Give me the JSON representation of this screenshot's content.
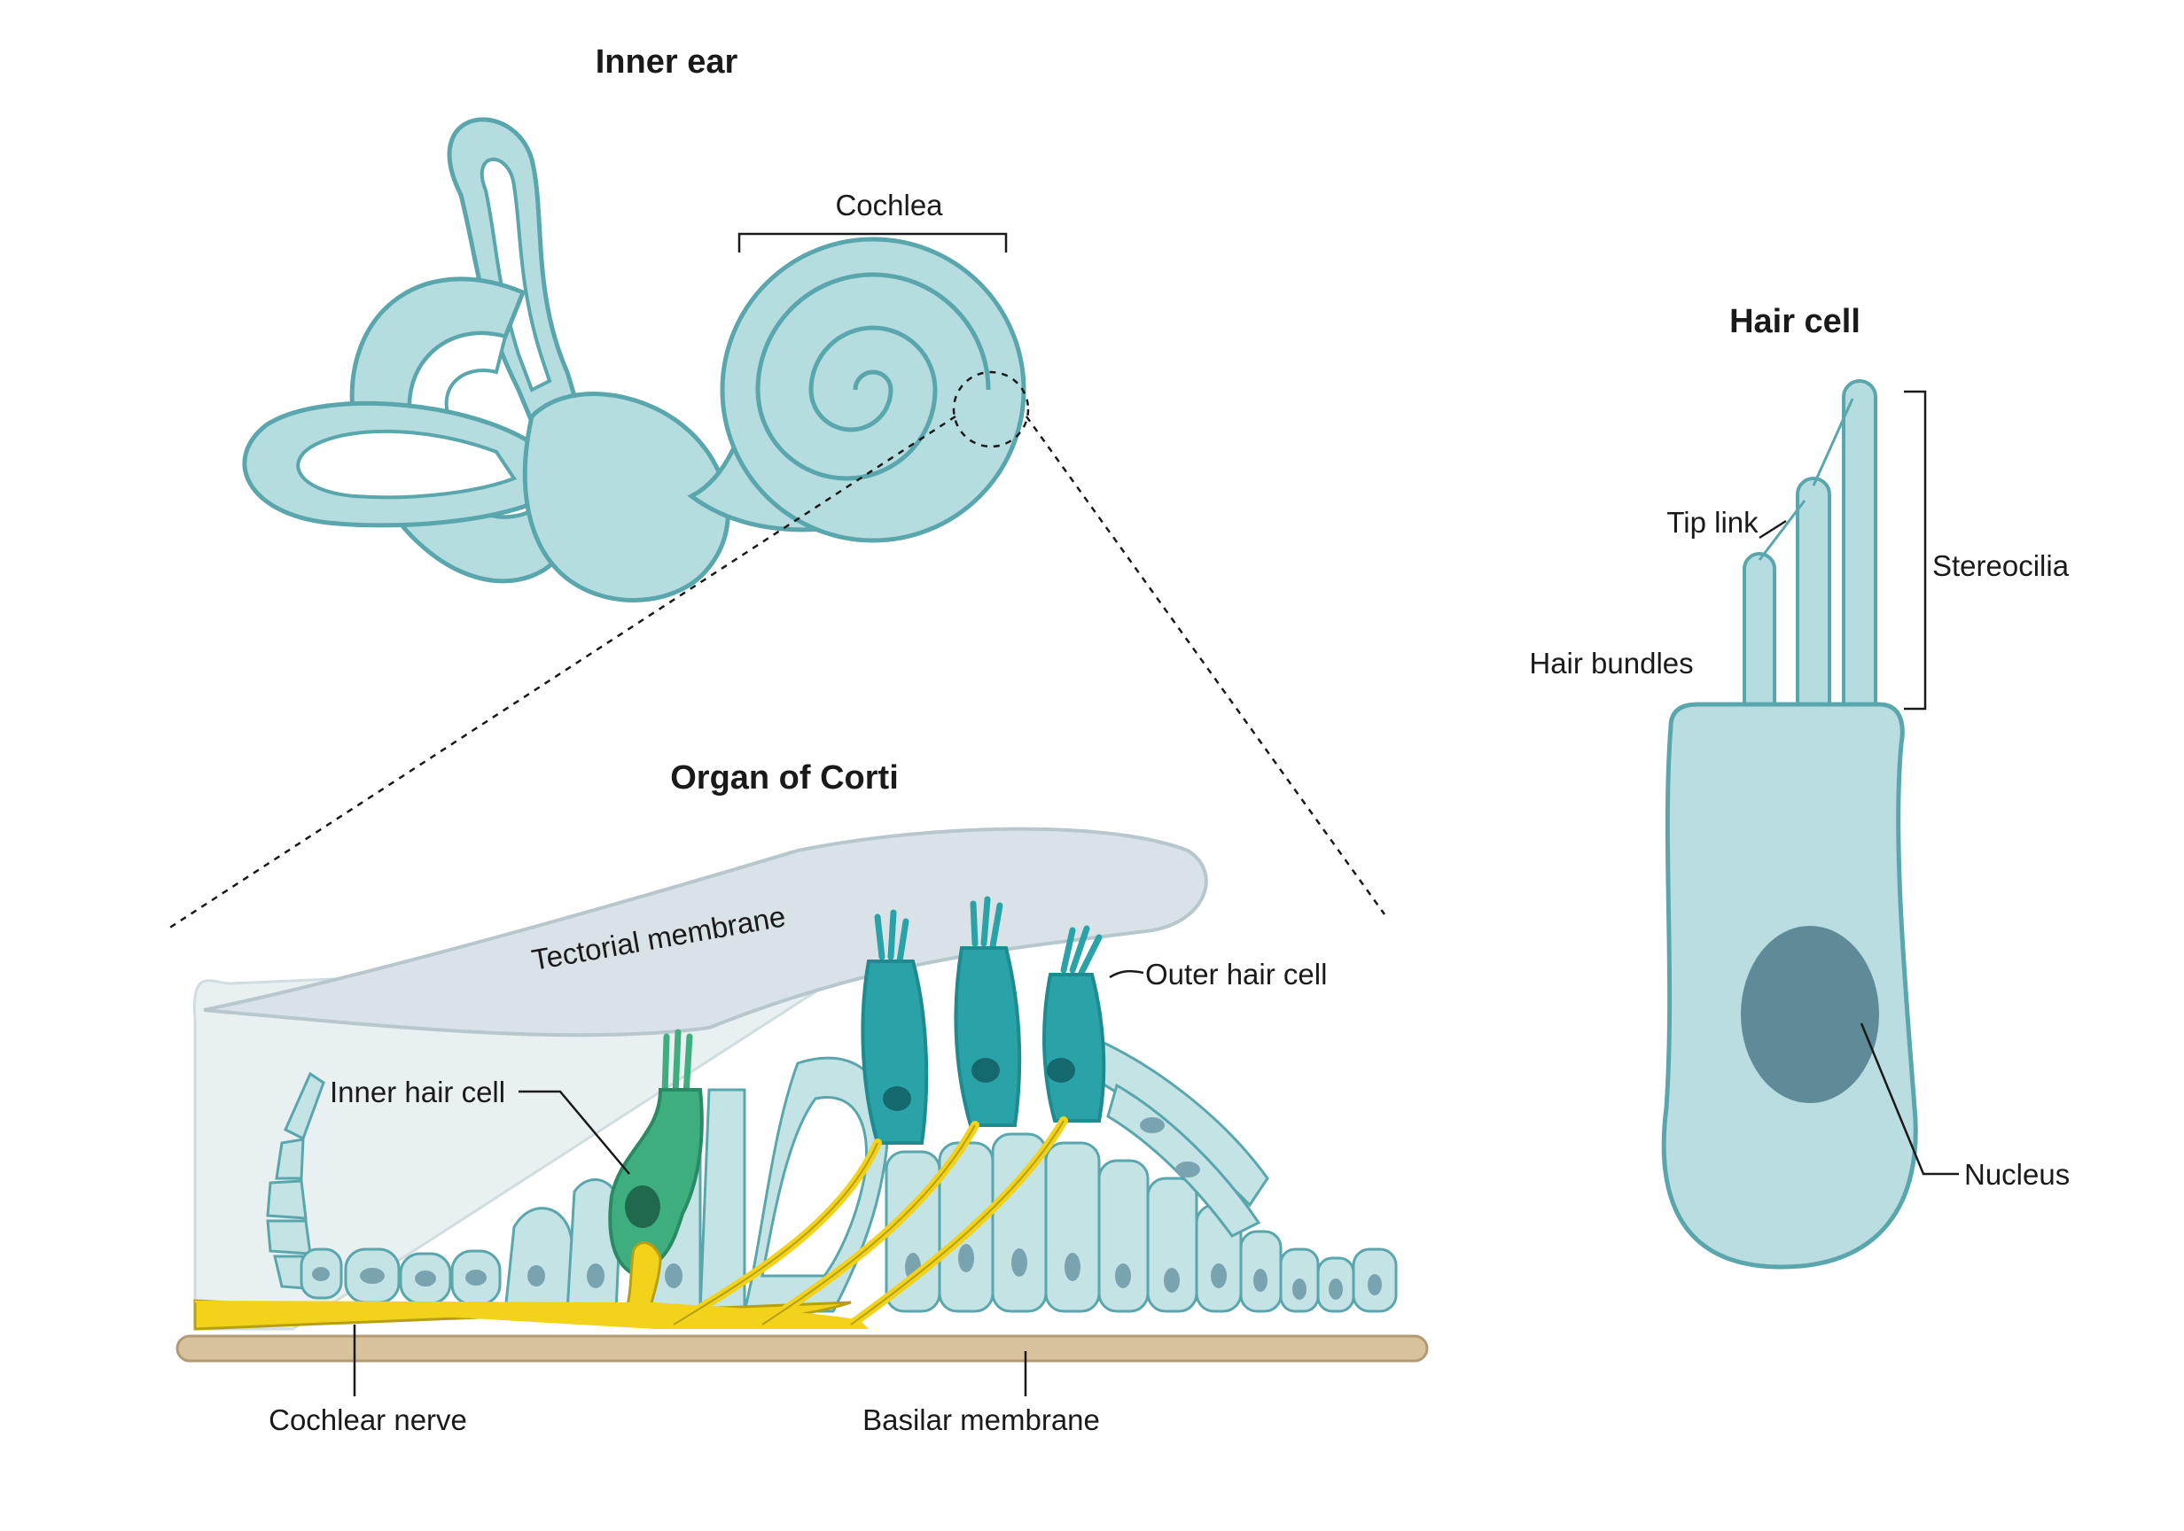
{
  "titles": {
    "inner_ear": "Inner ear",
    "organ_of_corti": "Organ of Corti",
    "hair_cell": "Hair cell"
  },
  "labels": {
    "cochlea": "Cochlea",
    "tectorial_membrane": "Tectorial membrane",
    "outer_hair_cell": "Outer hair cell",
    "inner_hair_cell": "Inner hair cell",
    "cochlear_nerve": "Cochlear nerve",
    "basilar_membrane": "Basilar membrane",
    "tip_link": "Tip link",
    "stereocilia": "Stereocilia",
    "hair_bundles": "Hair bundles",
    "nucleus": "Nucleus"
  },
  "colors": {
    "organ_fill": "#b5dde0",
    "organ_stroke": "#5aa6ad",
    "inner_hair_cell": "#3fae7f",
    "outer_hair_cell": "#2aa3a8",
    "nerve": "#f2d21b",
    "basilar_membrane": "#d8c29c",
    "tectorial_membrane": "#d9e3e7",
    "nucleus": "#5f8a98"
  }
}
